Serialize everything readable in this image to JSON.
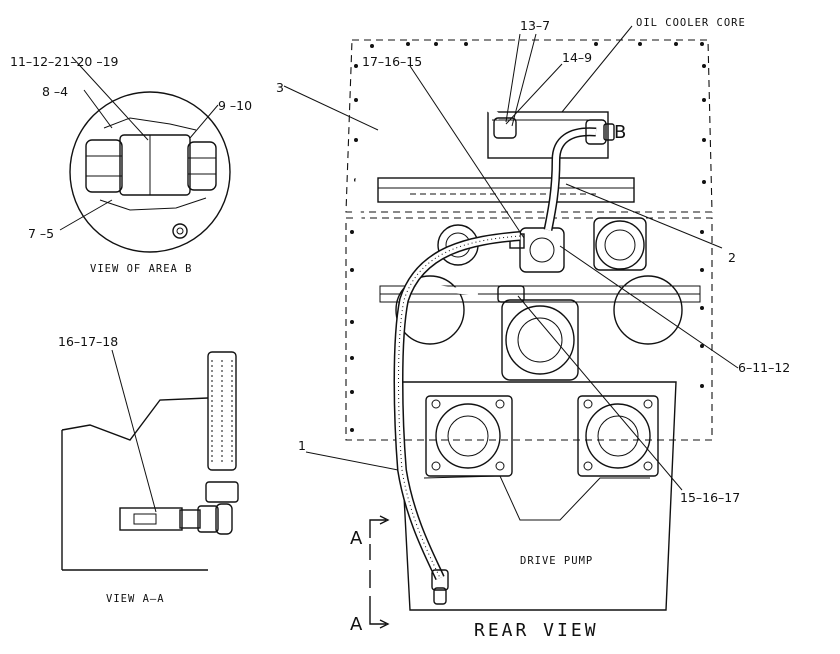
{
  "callouts": {
    "c_13_7": "13–7",
    "c_oil_cooler_core": "OIL COOLER CORE",
    "c_11_12_21_20_19": "11–12–21–20 –19",
    "c_17_16_15": "17–16–15",
    "c_14_9": "14–9",
    "c_3": "3",
    "c_8_4": "8 –4",
    "c_9_10": "9 –10",
    "c_b": "B",
    "c_7_5": "7 –5",
    "c_2": "2",
    "c_16_17_18": "16–17–18",
    "c_6_11_12": "6–11–12",
    "c_1": "1",
    "c_15_16_17": "15–16–17",
    "c_a_top": "A",
    "c_a_bottom": "A"
  },
  "captions": {
    "view_of_area_b": "VIEW OF AREA B",
    "view_a_a": "VIEW A–A",
    "drive_pump": "DRIVE PUMP",
    "rear_view": "REAR VIEW"
  }
}
